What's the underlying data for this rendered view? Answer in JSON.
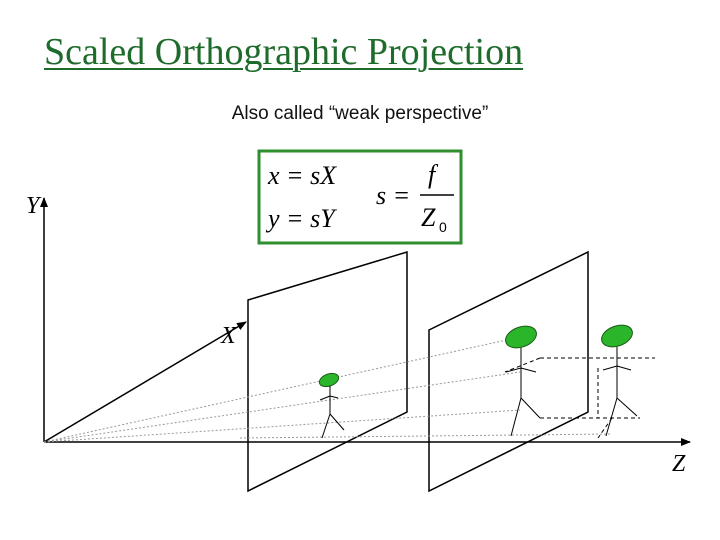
{
  "slide": {
    "title": "Scaled Orthographic Projection",
    "subtitle": "Also called “weak perspective”"
  },
  "equations": {
    "eq_x": "x = sX",
    "eq_y": "y = sY",
    "s_lhs": "s =",
    "s_numerator": "f",
    "s_denominator": "Z",
    "s_denominator_subscript": "0"
  },
  "axes": {
    "y_label": "Y",
    "x_label": "X",
    "z_label": "Z"
  },
  "colors": {
    "title": "#1f6b2c",
    "equation_box_border": "#2f8f2f",
    "head_fill": "#2bb52b"
  }
}
